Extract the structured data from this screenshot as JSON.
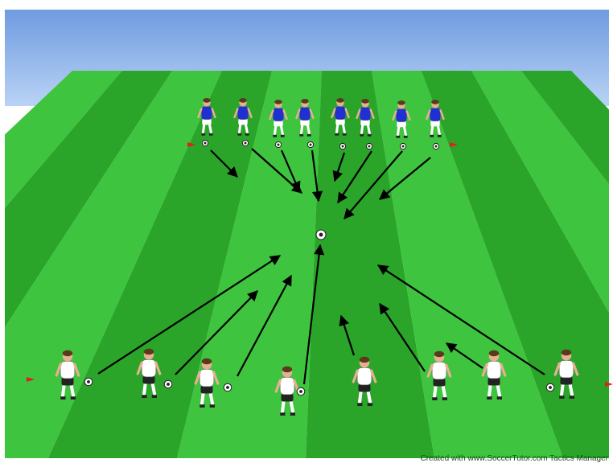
{
  "credit": "Created with www.SoccerTutor.com Tactics Manager",
  "colors": {
    "sky_top": "#6f9be0",
    "sky_bottom": "#b9d3f5",
    "grass_light": "#3ec43e",
    "grass_dark": "#2aa52a",
    "team_top_shirt": "#1f2fd0",
    "team_bottom_shirt": "#ffffff",
    "team_bottom_shorts": "#222222",
    "cone": "#e02020",
    "arrow": "#000000"
  },
  "diagram": {
    "top_players": 8,
    "bottom_players": 8,
    "top_cones": 2,
    "bottom_cones": 2,
    "center_ball": 1
  }
}
